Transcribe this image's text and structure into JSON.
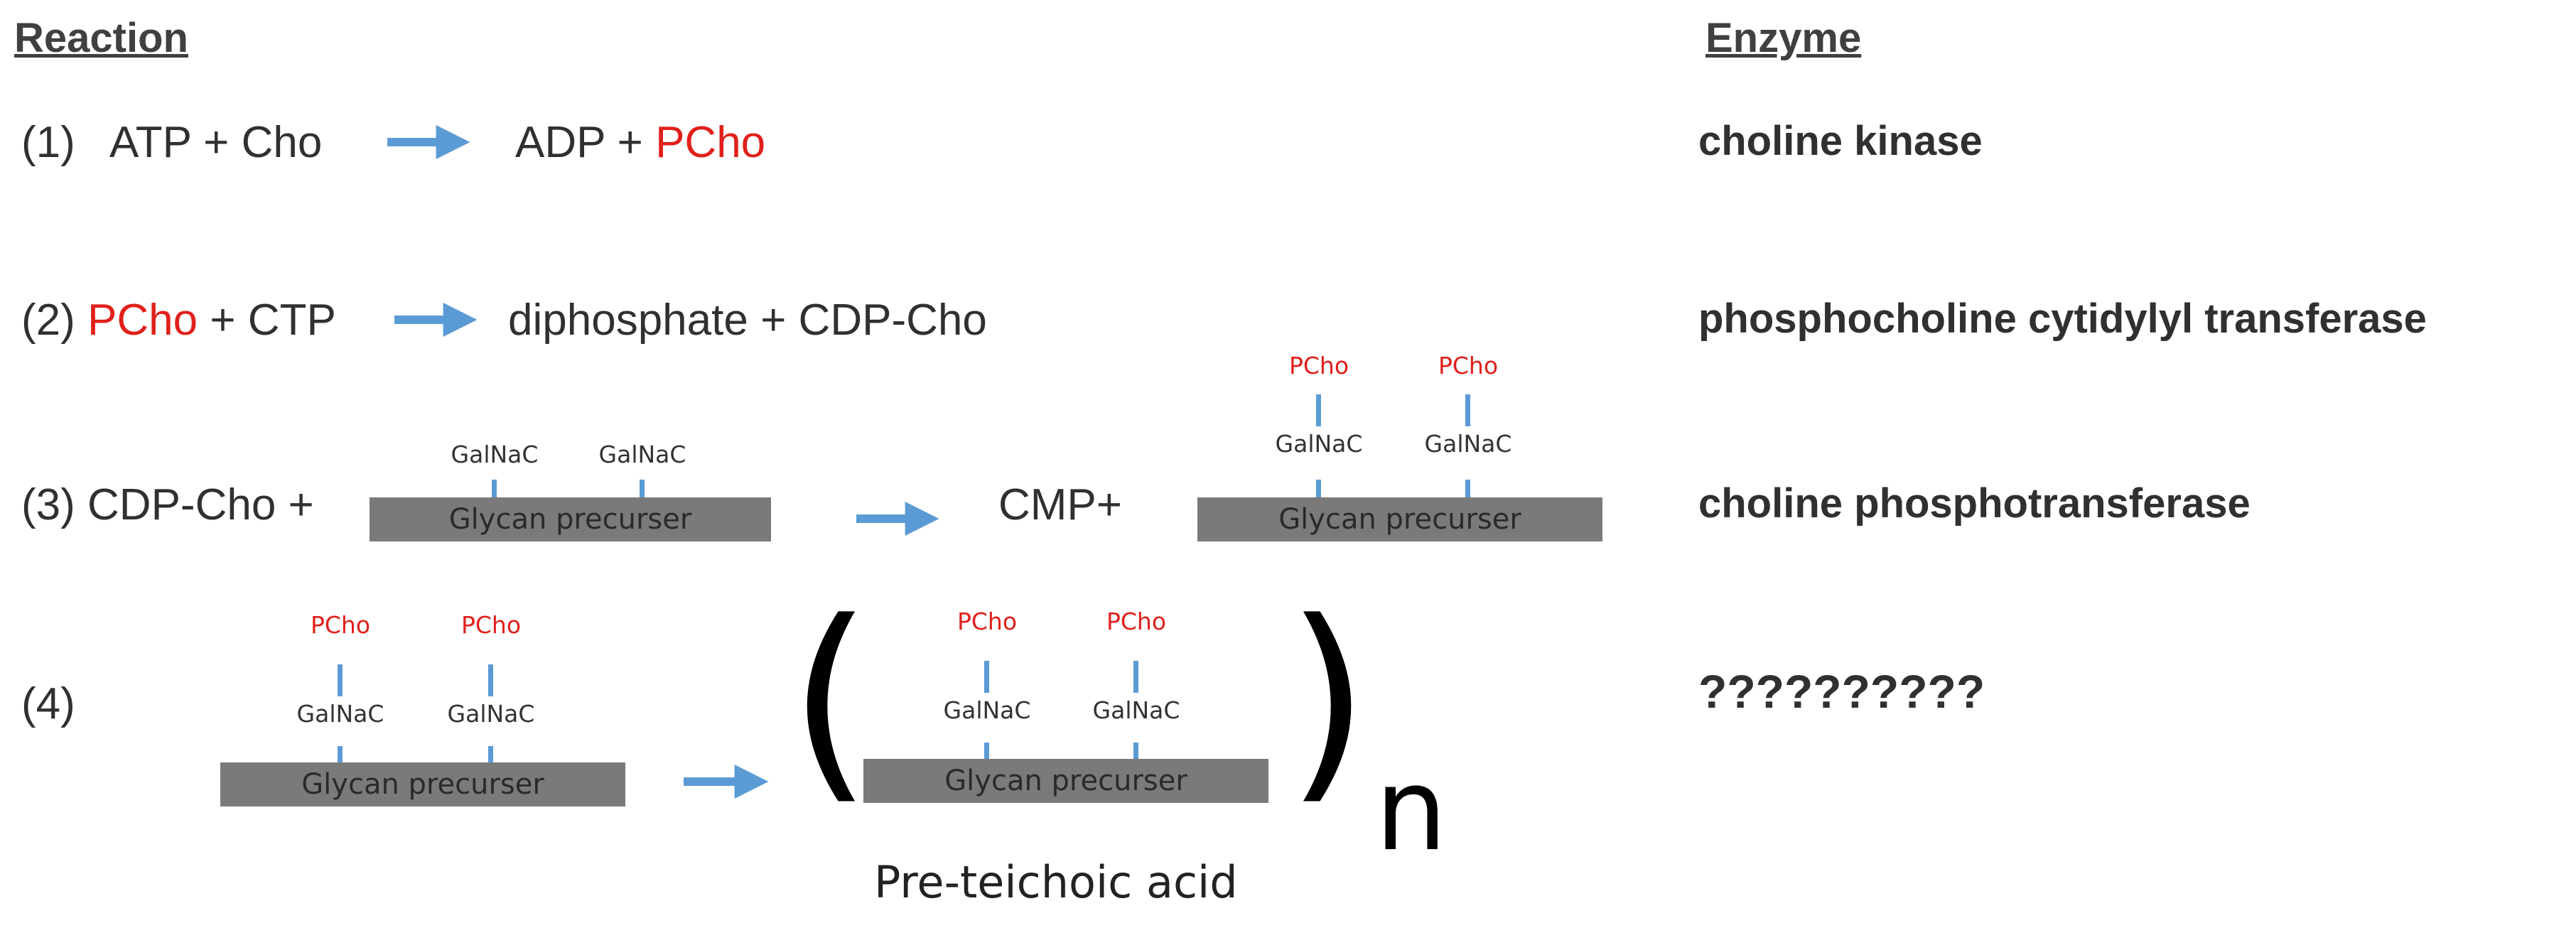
{
  "headers": {
    "reaction": "Reaction",
    "enzyme": "Enzyme"
  },
  "reactions": [
    {
      "num": "(1)",
      "reactants": [
        "ATP",
        "+",
        "Cho"
      ],
      "products": [
        "ADP",
        "+",
        "PCho"
      ],
      "highlight": "PCho",
      "enzyme": "choline kinase"
    },
    {
      "num": "(2)",
      "reactants": [
        "PCho",
        "+",
        "CTP"
      ],
      "products": [
        "diphosphate",
        "+",
        "CDP-Cho"
      ],
      "highlight": "PCho",
      "enzyme": "phosphocholine cytidylyl transferase"
    },
    {
      "num": "(3)",
      "reactants": [
        "CDP-Cho",
        "+"
      ],
      "products": [
        "CMP+"
      ],
      "enzyme": "choline phosphotransferase"
    },
    {
      "num": "(4)",
      "enzyme": "??????????"
    }
  ],
  "glycan": {
    "label": "Glycan precurser",
    "sugar": "GalNaC",
    "phospho": "PCho"
  },
  "repeat": {
    "subscript": "n",
    "open": "(",
    "close": ")"
  },
  "caption": "Pre-teichoic acid",
  "colors": {
    "arrow": "#5b9bd5",
    "highlight": "#e0201b",
    "bar": "#7a7a7a"
  }
}
